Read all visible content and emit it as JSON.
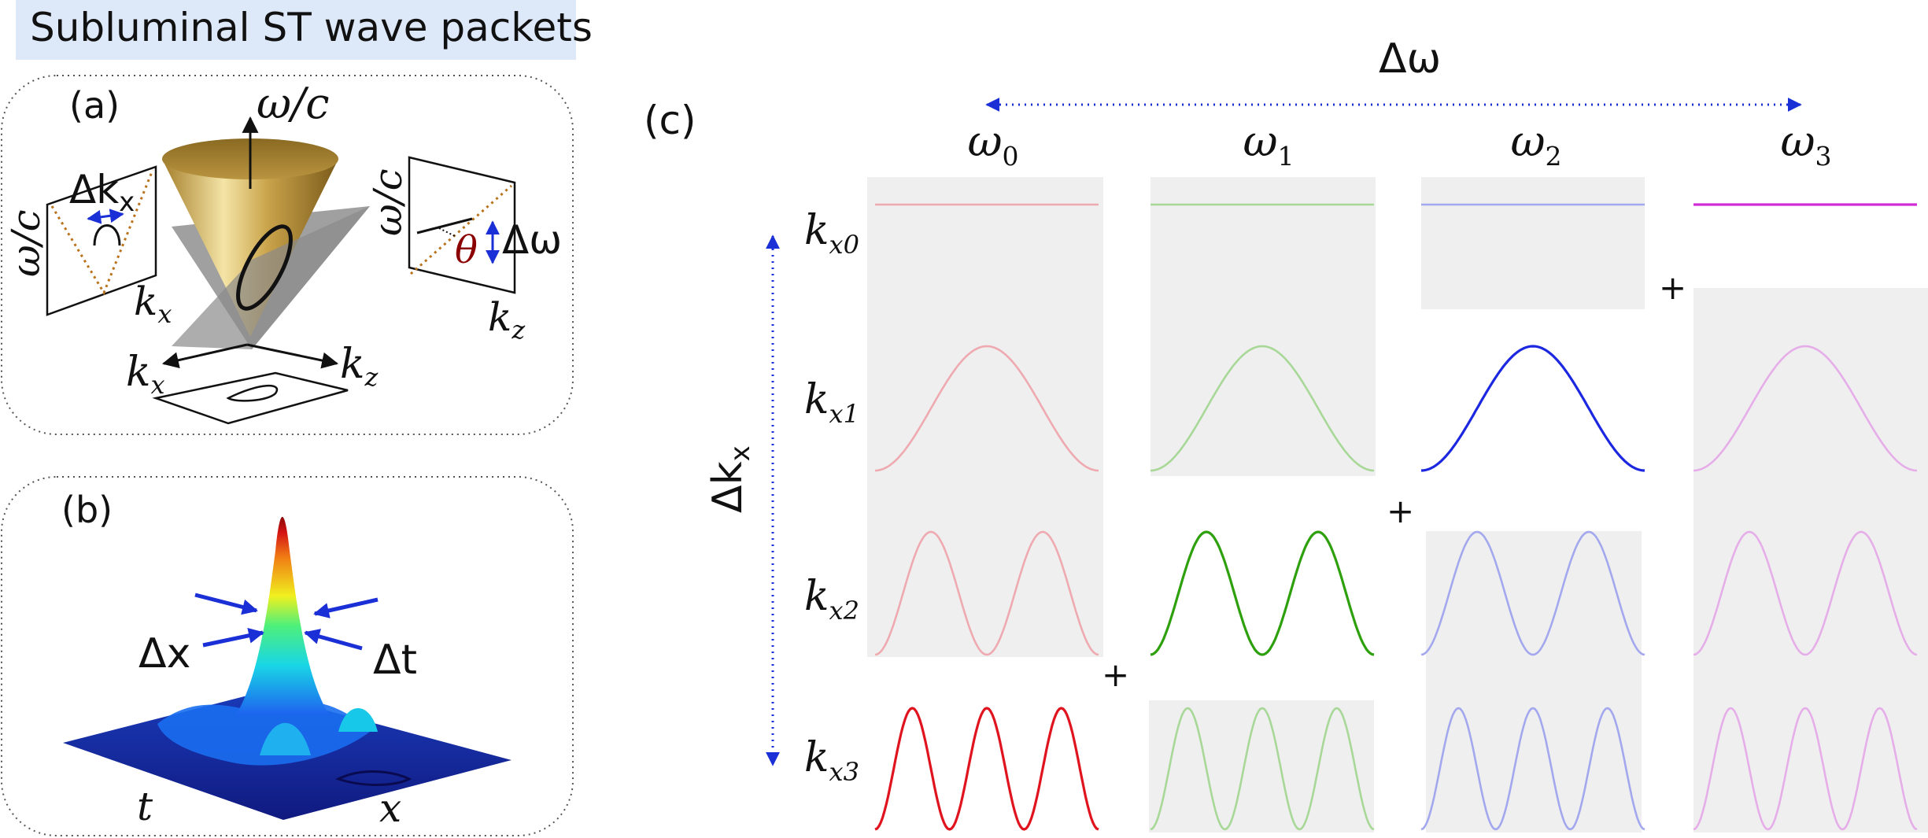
{
  "title": "Subluminal ST wave packets",
  "panel_a": {
    "label": "(a)",
    "axis_up": "ω/c",
    "left_inset": {
      "ylabel": "ω/c",
      "xlabel": "kx",
      "xlabel_base": "k",
      "xlabel_sub": "x",
      "delta": "Δkx",
      "delta_base": "Δk",
      "delta_sub": "x"
    },
    "right_inset": {
      "ylabel": "ω/c",
      "xlabel": "kz",
      "xlabel_base": "k",
      "xlabel_sub": "z",
      "angle": "θ",
      "delta": "Δω"
    },
    "base_axes": {
      "left": "kx",
      "left_base": "k",
      "left_sub": "x",
      "right": "kz",
      "right_base": "k",
      "right_sub": "z"
    }
  },
  "panel_b": {
    "label": "(b)",
    "delta_x": "Δx",
    "delta_t": "Δt",
    "axis_t": "t",
    "axis_x": "x"
  },
  "panel_c": {
    "label": "(c)",
    "top_axis": "Δω",
    "left_axis": "Δkx",
    "left_axis_base": "Δk",
    "left_axis_sub": "x",
    "columns": [
      {
        "base": "ω",
        "sub": "0",
        "full": "ω0",
        "color": "#e0141e",
        "faded": "#eeaab0"
      },
      {
        "base": "ω",
        "sub": "1",
        "full": "ω1",
        "color": "#2ea00e",
        "faded": "#a8d898"
      },
      {
        "base": "ω",
        "sub": "2",
        "full": "ω2",
        "color": "#1c27e0",
        "faded": "#a3a8ee"
      },
      {
        "base": "ω",
        "sub": "3",
        "full": "ω3",
        "color": "#d02cd6",
        "faded": "#e6aee9"
      }
    ],
    "rows": [
      {
        "base": "k",
        "sub": "x0",
        "full": "kx0",
        "periods": 0
      },
      {
        "base": "k",
        "sub": "x1",
        "full": "kx1",
        "periods": 1
      },
      {
        "base": "k",
        "sub": "x2",
        "full": "kx2",
        "periods": 2
      },
      {
        "base": "k",
        "sub": "x3",
        "full": "kx3",
        "periods": 3
      }
    ],
    "highlighted_cells": [
      [
        0,
        3
      ],
      [
        1,
        2
      ],
      [
        2,
        1
      ],
      [
        3,
        0
      ]
    ],
    "plus_sign": "+"
  },
  "colors": {
    "title_bg": "#dde8f8",
    "cell_bg": "#efefef",
    "arrow_blue": "#1b2fd6",
    "plane_gray": "#8f8f8f",
    "cone_gold": "#c9a34a",
    "theta_red": "#8b0000",
    "dashed_orange": "#b8731c"
  }
}
